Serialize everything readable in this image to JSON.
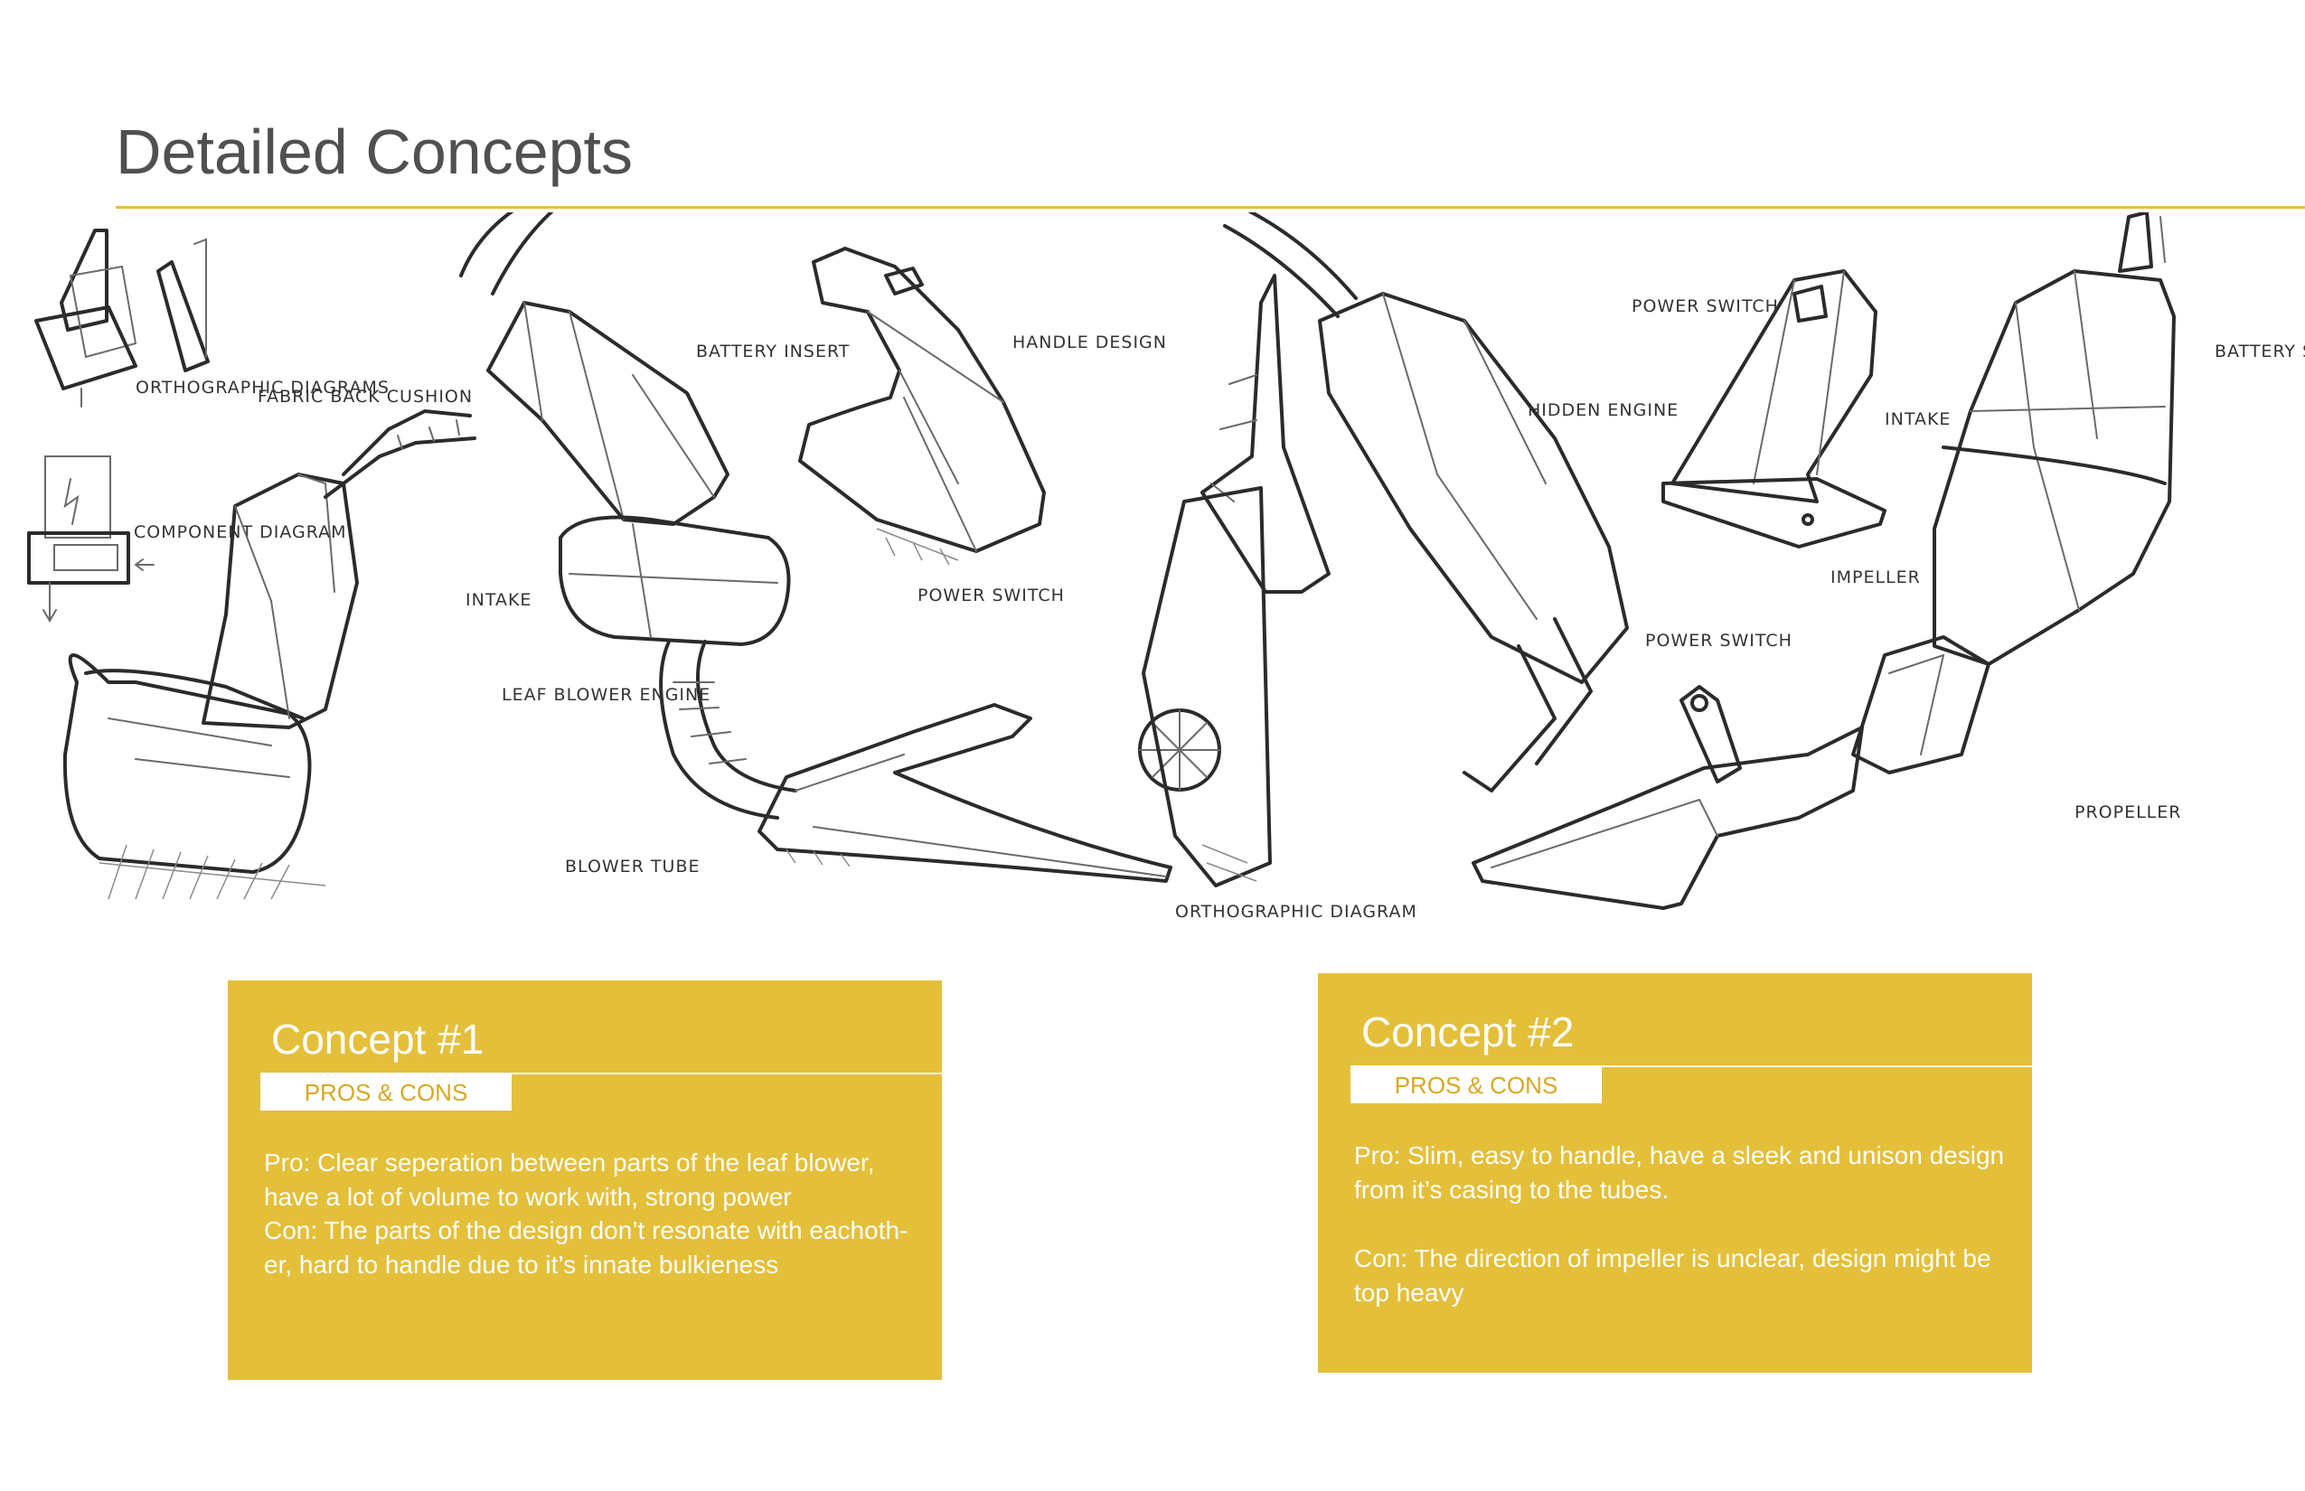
{
  "page": {
    "title": "Detailed Concepts"
  },
  "accent_color": "#e4bf3a",
  "annotations": {
    "orthographic_diagrams": "ORTHOGRAPHIC DIAGRAMS",
    "component_diagram": "COMPONENT DIAGRAM",
    "fabric_back_cushion": "FABRIC BACK CUSHION",
    "battery_insert": "BATTERY INSERT",
    "handle_design": "HANDLE DESIGN",
    "intake_1": "INTAKE",
    "leaf_blower_engine": "LEAF BLOWER ENGINE",
    "power_switch_1": "POWER SWITCH",
    "blower_tube": "BLOWER TUBE",
    "orthographic_diagram": "ORTHOGRAPHIC DIAGRAM",
    "hidden_engine": "HIDDEN ENGINE",
    "power_switch_2": "POWER SWITCH",
    "power_switch_3": "POWER SWITCH",
    "battery_slot": "BATTERY SLOT",
    "intake_2": "INTAKE",
    "impeller": "IMPELLER",
    "propeller": "PROPELLER"
  },
  "concepts": [
    {
      "title": "Concept #1",
      "tag": "PROS & CONS",
      "pro": "Pro: Clear seperation between parts of the leaf blower, have a lot of volume to work with, strong power",
      "con": "Con: The parts of the design don’t resonate with eachoth-er, hard to handle due to it’s innate bulkieness"
    },
    {
      "title": "Concept #2",
      "tag": "PROS & CONS",
      "pro": "Pro: Slim, easy to handle, have a sleek and unison design from it’s casing to the tubes.",
      "con": "Con: The direction of impeller is unclear, design might be top heavy"
    }
  ]
}
